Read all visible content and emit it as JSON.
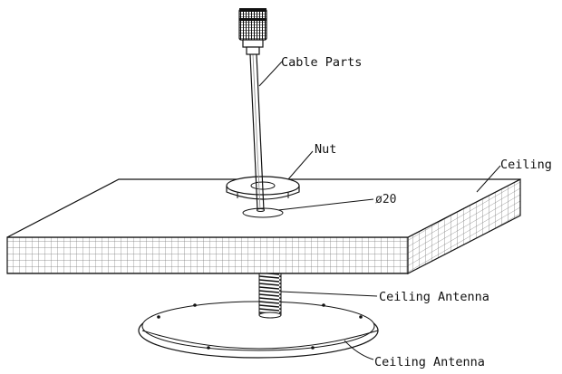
{
  "labels": {
    "cable_parts": "Cable Parts",
    "nut": "Nut",
    "ceiling": "Ceiling",
    "hole_diameter": "ø20",
    "ceiling_antenna_stem": "Ceiling Antenna",
    "ceiling_antenna_base": "Ceiling Antenna"
  },
  "colors": {
    "line": "#111111",
    "grid": "#777777",
    "background": "#ffffff"
  }
}
